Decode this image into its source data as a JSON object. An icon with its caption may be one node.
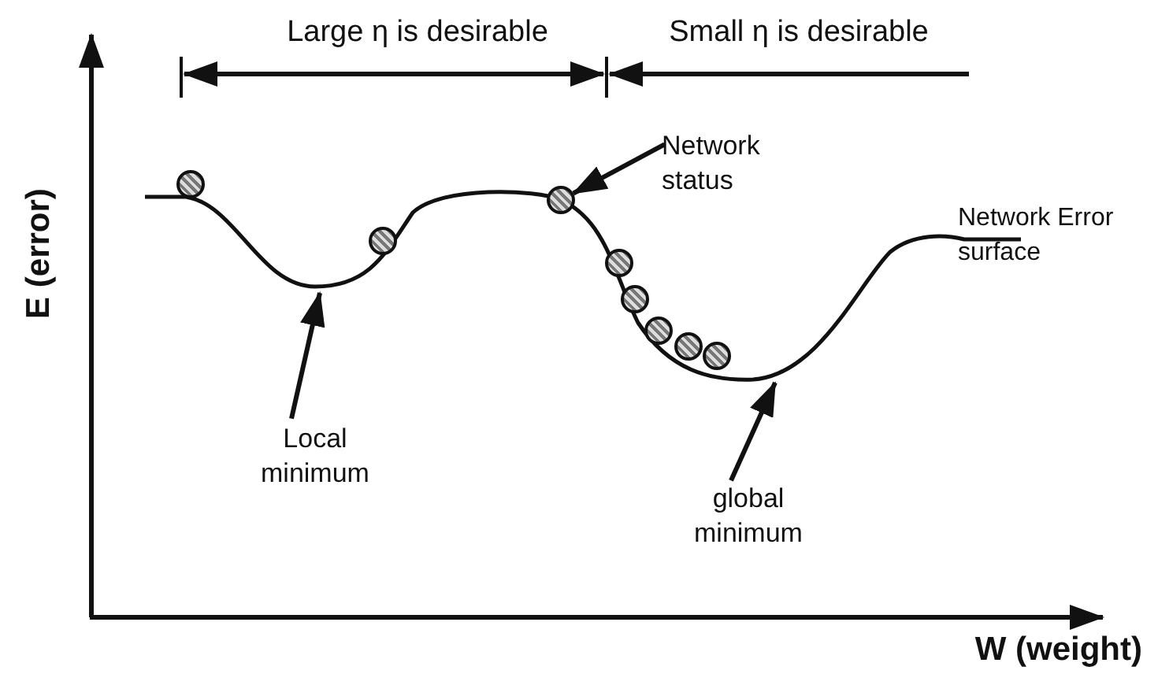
{
  "diagram": {
    "nodes": [
      {
        "text": [
          "Local minimum"
        ]
      },
      {
        "text": [
          "Network status"
        ]
      },
      {
        "text": [],
        "shape": "circle"
      },
      {
        "text": [
          "global minimum"
        ]
      }
    ],
    "edges": [
      {
        "from": 0,
        "to": null,
        "arrow": "to"
      },
      {
        "from": 1,
        "to": 2,
        "arrow": "to"
      },
      {
        "from": 3,
        "to": null,
        "arrow": "to"
      }
    ],
    "labels": [
      "Large η is desirable",
      "Small η is desirable",
      "E (error)",
      "Network Error surface",
      "W (weight)"
    ]
  }
}
